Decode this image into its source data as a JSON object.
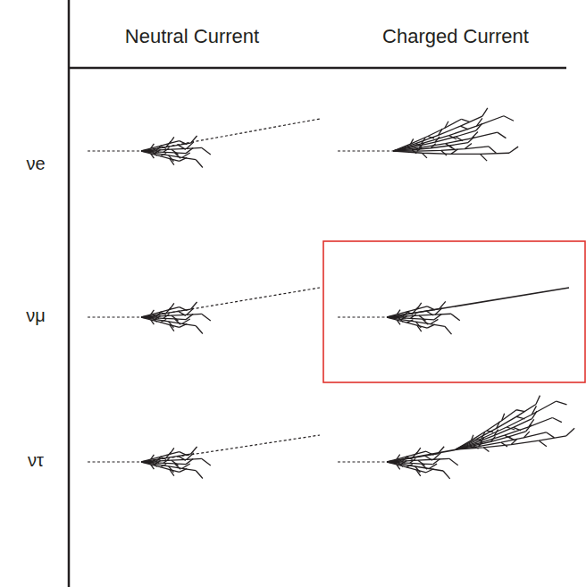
{
  "diagram": {
    "labels": [
      "Neutral Current",
      "Charged Current",
      "νe",
      "νμ",
      "ντ"
    ]
  }
}
